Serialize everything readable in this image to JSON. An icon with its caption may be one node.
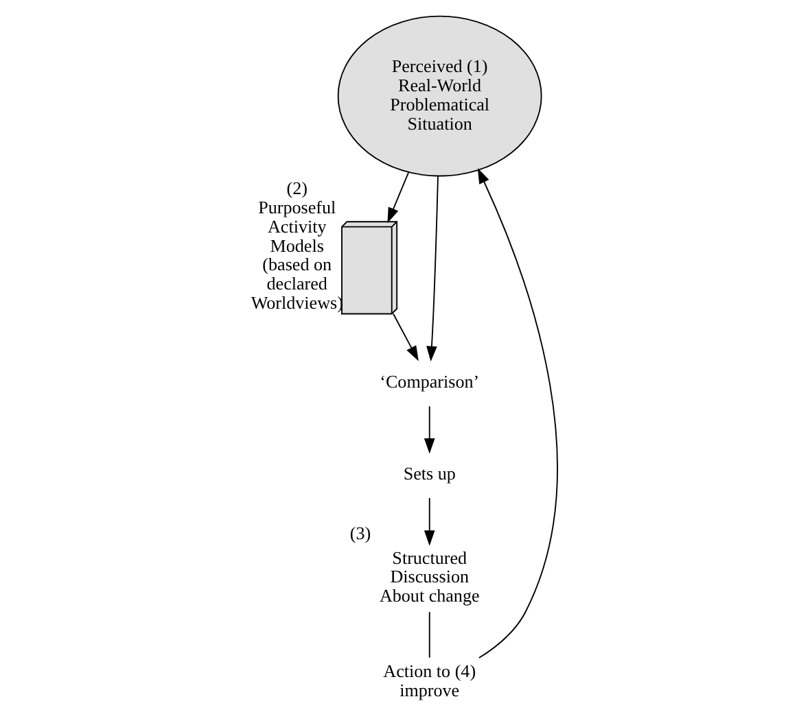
{
  "diagram": {
    "nodes": [
      {
        "text": [
          "Perceived (1) Real-World Problematical Situation"
        ]
      },
      {
        "text": [],
        "shape": "box",
        "beside": [
          "(2) Purposeful Activity Models (based on declared Worldviews)"
        ]
      },
      {
        "text": [
          "‘Comparison’"
        ]
      },
      {
        "text": [
          "Sets up"
        ]
      },
      {
        "text": [
          "Structured Discussion About change"
        ],
        "beside": [
          "(3)"
        ]
      },
      {
        "text": [
          "Action to (4) improve"
        ]
      }
    ],
    "edges": [
      {
        "from": 0,
        "to": 1,
        "arrow": "to"
      },
      {
        "from": 0,
        "to": 2,
        "arrow": "to"
      },
      {
        "from": 1,
        "to": 2,
        "arrow": "to"
      },
      {
        "from": 2,
        "to": 3,
        "arrow": "to"
      },
      {
        "from": 3,
        "to": 4,
        "arrow": "to"
      },
      {
        "from": 4,
        "to": 5,
        "arrow": "none"
      },
      {
        "from": 5,
        "to": 0,
        "arrow": "to"
      }
    ]
  }
}
